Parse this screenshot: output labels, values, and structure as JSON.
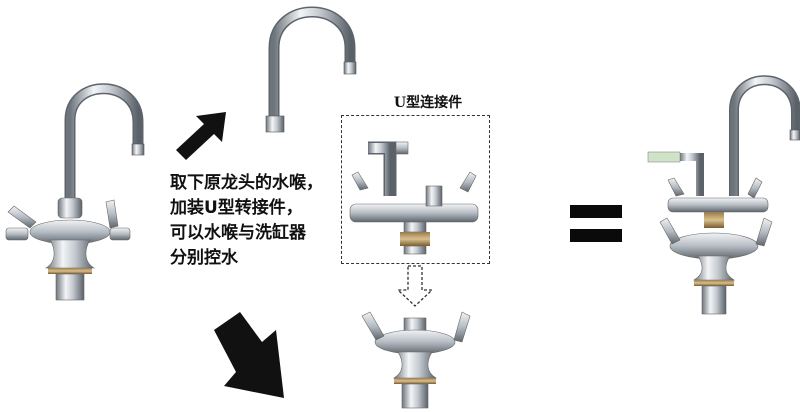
{
  "instruction_text": {
    "line1": "取下原龙头的水喉，",
    "line2": "加装U型转接件，",
    "line3": "可以水喉与洗缸器",
    "line4": "分别控水"
  },
  "connector_label": "U型连接件",
  "colors": {
    "chrome_light": "#eef1f4",
    "chrome_mid": "#b9c0c7",
    "chrome_dark": "#5d646c",
    "arrow": "#111111",
    "hot_dot": "#d2442f",
    "hose_green": "#cfe3c6"
  },
  "icons": [
    "faucet-icon",
    "spout-icon",
    "u-connector-icon",
    "mixer-valve-icon",
    "arrow-icon",
    "equals-icon"
  ]
}
